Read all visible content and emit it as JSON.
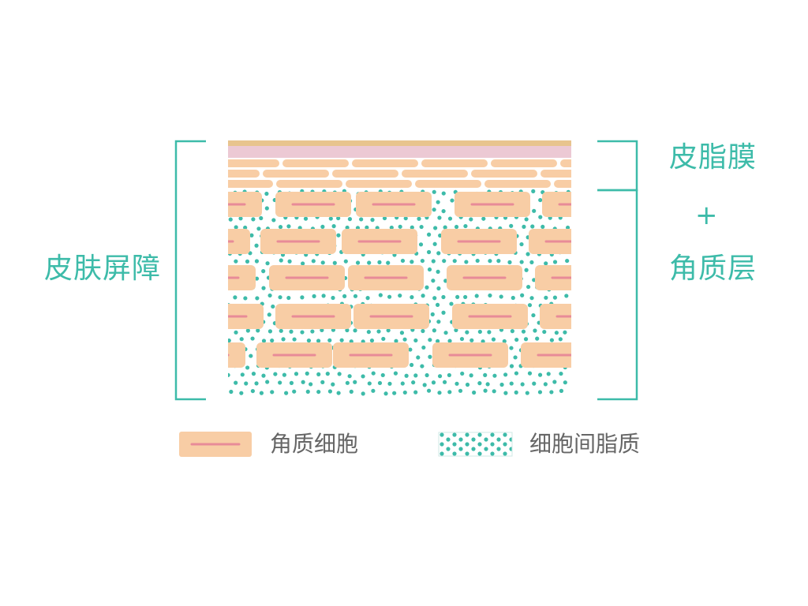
{
  "labels": {
    "skin_barrier": "皮肤屏障",
    "sebum_film": "皮脂膜",
    "plus": "+",
    "stratum_corneum": "角质层"
  },
  "legend": {
    "corneocyte": "角质细胞",
    "intercellular_lipid": "细胞间脂质"
  },
  "colors": {
    "accent_teal": "#3dbba9",
    "cell_fill": "#f8cda5",
    "cell_line": "#e88b98",
    "top_tan": "#e8c48e",
    "top_pink": "#ecc9d4",
    "text_gray": "#666666"
  }
}
